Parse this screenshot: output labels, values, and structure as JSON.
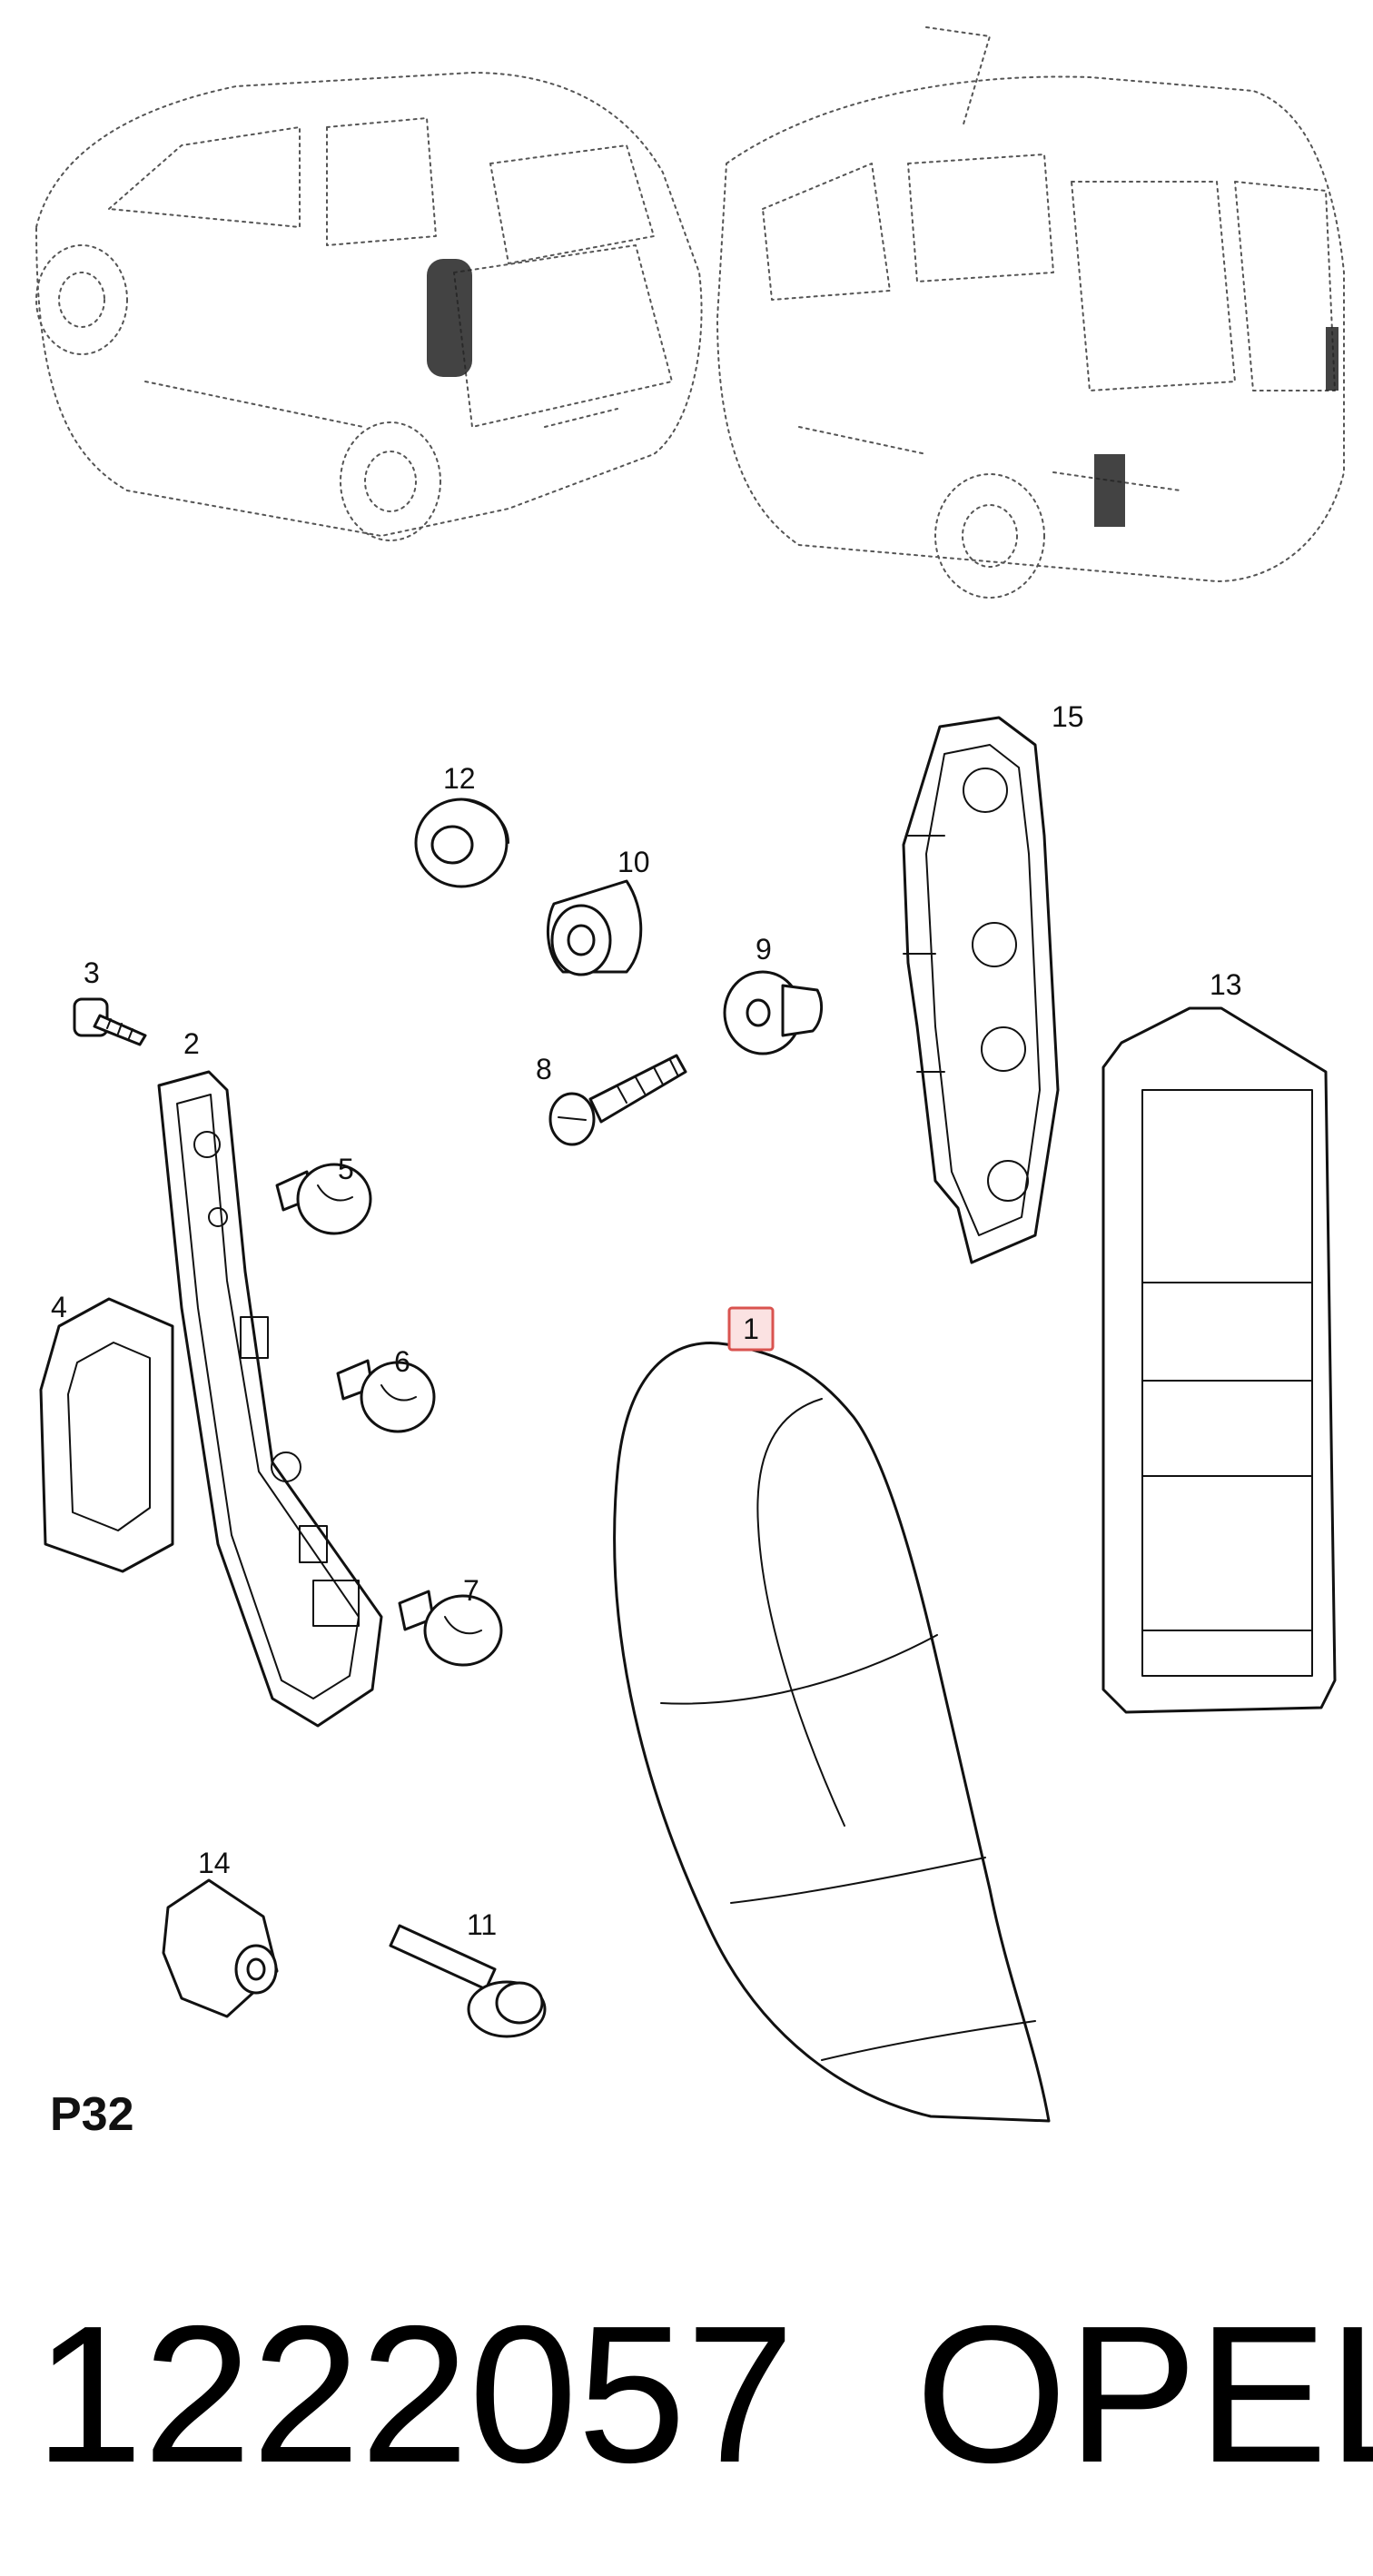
{
  "sheet_code": "P32",
  "part_number": "1222057",
  "brand": "OPEL",
  "highlighted_callout": "1",
  "callouts": {
    "c1": "1",
    "c2": "2",
    "c3": "3",
    "c4": "4",
    "c5": "5",
    "c6": "6",
    "c7": "7",
    "c8": "8",
    "c9": "9",
    "c10": "10",
    "c11": "11",
    "c12": "12",
    "c13": "13",
    "c14": "14",
    "c15": "15"
  },
  "colors": {
    "highlight_fill": "#fbe2e2",
    "highlight_border": "#d9534f",
    "line": "#111111"
  }
}
